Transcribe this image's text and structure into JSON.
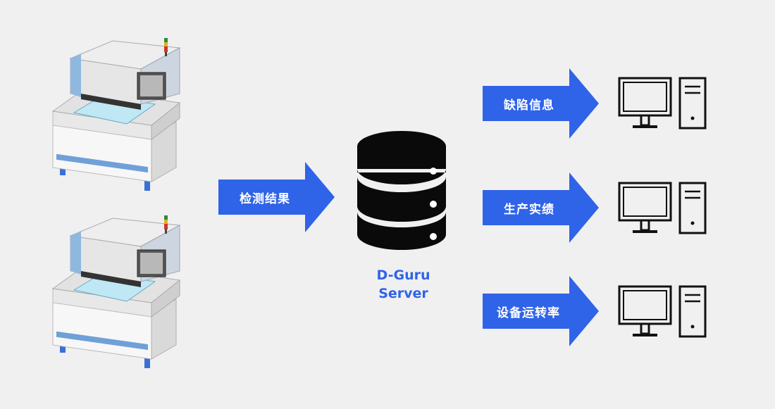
{
  "colors": {
    "background": "#f0f0f0",
    "arrow": "#2f63e8",
    "server_label": "#2f63e8",
    "icon": "#111111"
  },
  "machines": [
    {
      "icon": "inspection-machine"
    },
    {
      "icon": "inspection-machine"
    }
  ],
  "input_arrow": {
    "label": "检测结果"
  },
  "server": {
    "icon": "database-icon",
    "label_line1": "D-Guru",
    "label_line2": "Server"
  },
  "outputs": [
    {
      "label": "缺陷信息",
      "icon": "computer-icon"
    },
    {
      "label": "生产实绩",
      "icon": "computer-icon"
    },
    {
      "label": "设备运转率",
      "icon": "computer-icon"
    }
  ]
}
